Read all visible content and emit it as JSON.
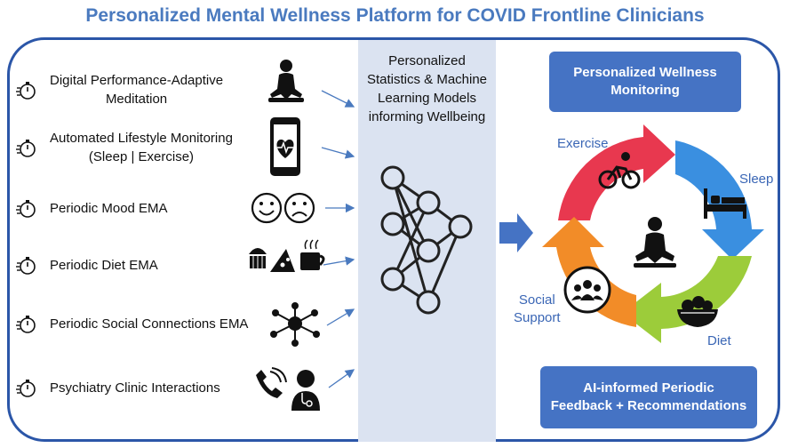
{
  "title": "Personalized Mental Wellness Platform for COVID Frontline Clinicians",
  "inputs": [
    {
      "label_line1": "Digital Performance-Adaptive",
      "label_line2": "Meditation",
      "icon": "meditation-icon"
    },
    {
      "label_line1": "Automated Lifestyle Monitoring",
      "label_line2": "(Sleep | Exercise)",
      "icon": "phone-heart-icon"
    },
    {
      "label_line1": "Periodic Mood EMA",
      "label_line2": "",
      "icon": "mood-faces-icon"
    },
    {
      "label_line1": "Periodic Diet EMA",
      "label_line2": "",
      "icon": "food-icon"
    },
    {
      "label_line1": "Periodic Social Connections EMA",
      "label_line2": "",
      "icon": "social-network-icon"
    },
    {
      "label_line1": "Psychiatry Clinic Interactions",
      "label_line2": "",
      "icon": "clinician-phone-icon"
    }
  ],
  "middle": {
    "line1": "Personalized",
    "line2": "Statistics & Machine",
    "line3": "Learning Models",
    "line4": "informing Wellbeing"
  },
  "top_box": {
    "line1": "Personalized Wellness",
    "line2": "Monitoring"
  },
  "bottom_box": {
    "line1": "AI-informed Periodic",
    "line2": "Feedback + Recommendations"
  },
  "cycle": {
    "exercise": "Exercise",
    "sleep": "Sleep",
    "diet": "Diet",
    "social_line1": "Social",
    "social_line2": "Support"
  },
  "colors": {
    "title": "#4a7abf",
    "frame": "#2b56a8",
    "box": "#4573c4",
    "middle_column": "#dbe3f1",
    "cycle_red": "#e8384f",
    "cycle_blue": "#3a8fe0",
    "cycle_green": "#9ccc3a",
    "cycle_orange": "#f28c28"
  }
}
